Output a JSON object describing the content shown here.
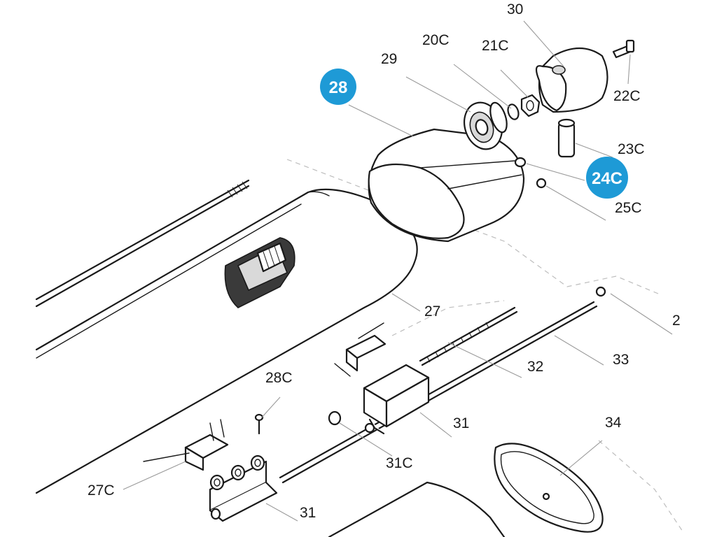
{
  "labels": {
    "p30": "30",
    "p20c": "20C",
    "p21c": "21C",
    "p29": "29",
    "p22c": "22C",
    "p23c": "23C",
    "p25c": "25C",
    "p27": "27",
    "p2x": "2",
    "p33": "33",
    "p32": "32",
    "p28c": "28C",
    "p31_upper": "31",
    "p34": "34",
    "p31c": "31C",
    "p27c": "27C",
    "p31_lower": "31"
  },
  "badges": {
    "b28": "28",
    "b24c": "24C"
  },
  "colors": {
    "badge": "#1e9ad6",
    "line": "#1a1a1a",
    "leader": "#9a9a9a"
  }
}
